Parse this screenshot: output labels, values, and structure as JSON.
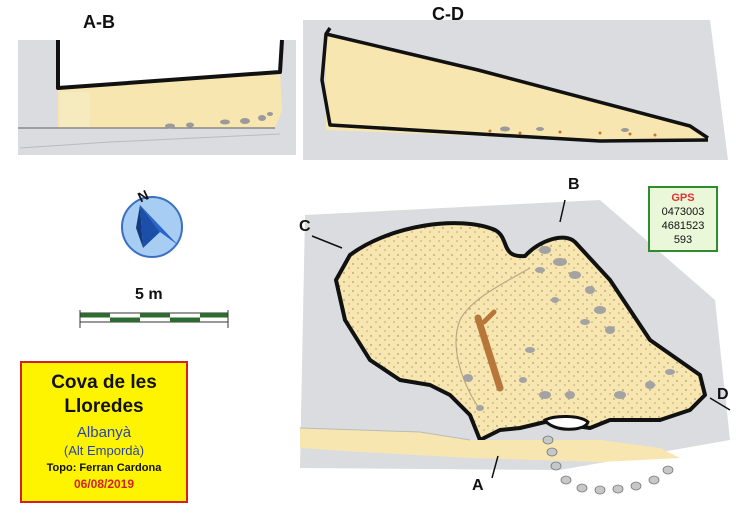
{
  "sections": {
    "ab_label": "A-B",
    "cd_label": "C-D"
  },
  "points": {
    "a": "A",
    "b": "B",
    "c": "C",
    "d": "D"
  },
  "north": {
    "letter": "N",
    "icon": "north-arrow-icon"
  },
  "scale": {
    "label": "5 m"
  },
  "gps": {
    "title": "GPS",
    "x": "0473003",
    "y": "4681523",
    "z": "593"
  },
  "title_box": {
    "name_line1": "Cova de les",
    "name_line2": "Lloredes",
    "place": "Albanyà",
    "region": "(Alt Empordà)",
    "topo": "Topo: Ferran Cardona",
    "date": "06/08/2019"
  },
  "colors": {
    "cave_fill": "#f8e6b0",
    "rock": "#dadcdf",
    "outline": "#111111",
    "title_bg": "#fff400",
    "title_border": "#d32020",
    "gps_border": "#2e8b2e"
  }
}
